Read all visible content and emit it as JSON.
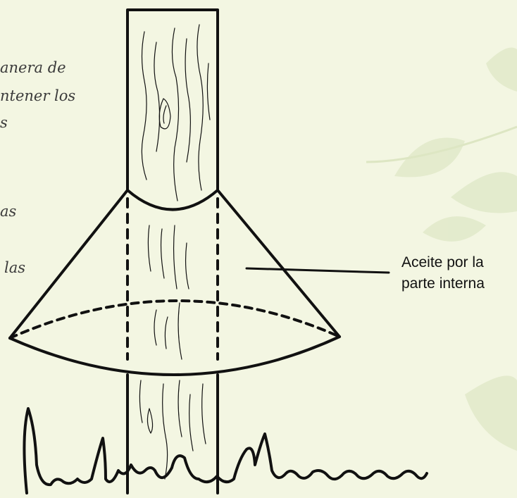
{
  "left_text": {
    "line1": "anera de",
    "line2": "ntener los",
    "line3": "s",
    "line4": "as",
    "line5": "las"
  },
  "callout": {
    "line1": "Aceite por la",
    "line2": "parte interna"
  },
  "colors": {
    "background": "#f3f6e2",
    "ink": "#111111",
    "leaf": "#dfe8c4"
  }
}
